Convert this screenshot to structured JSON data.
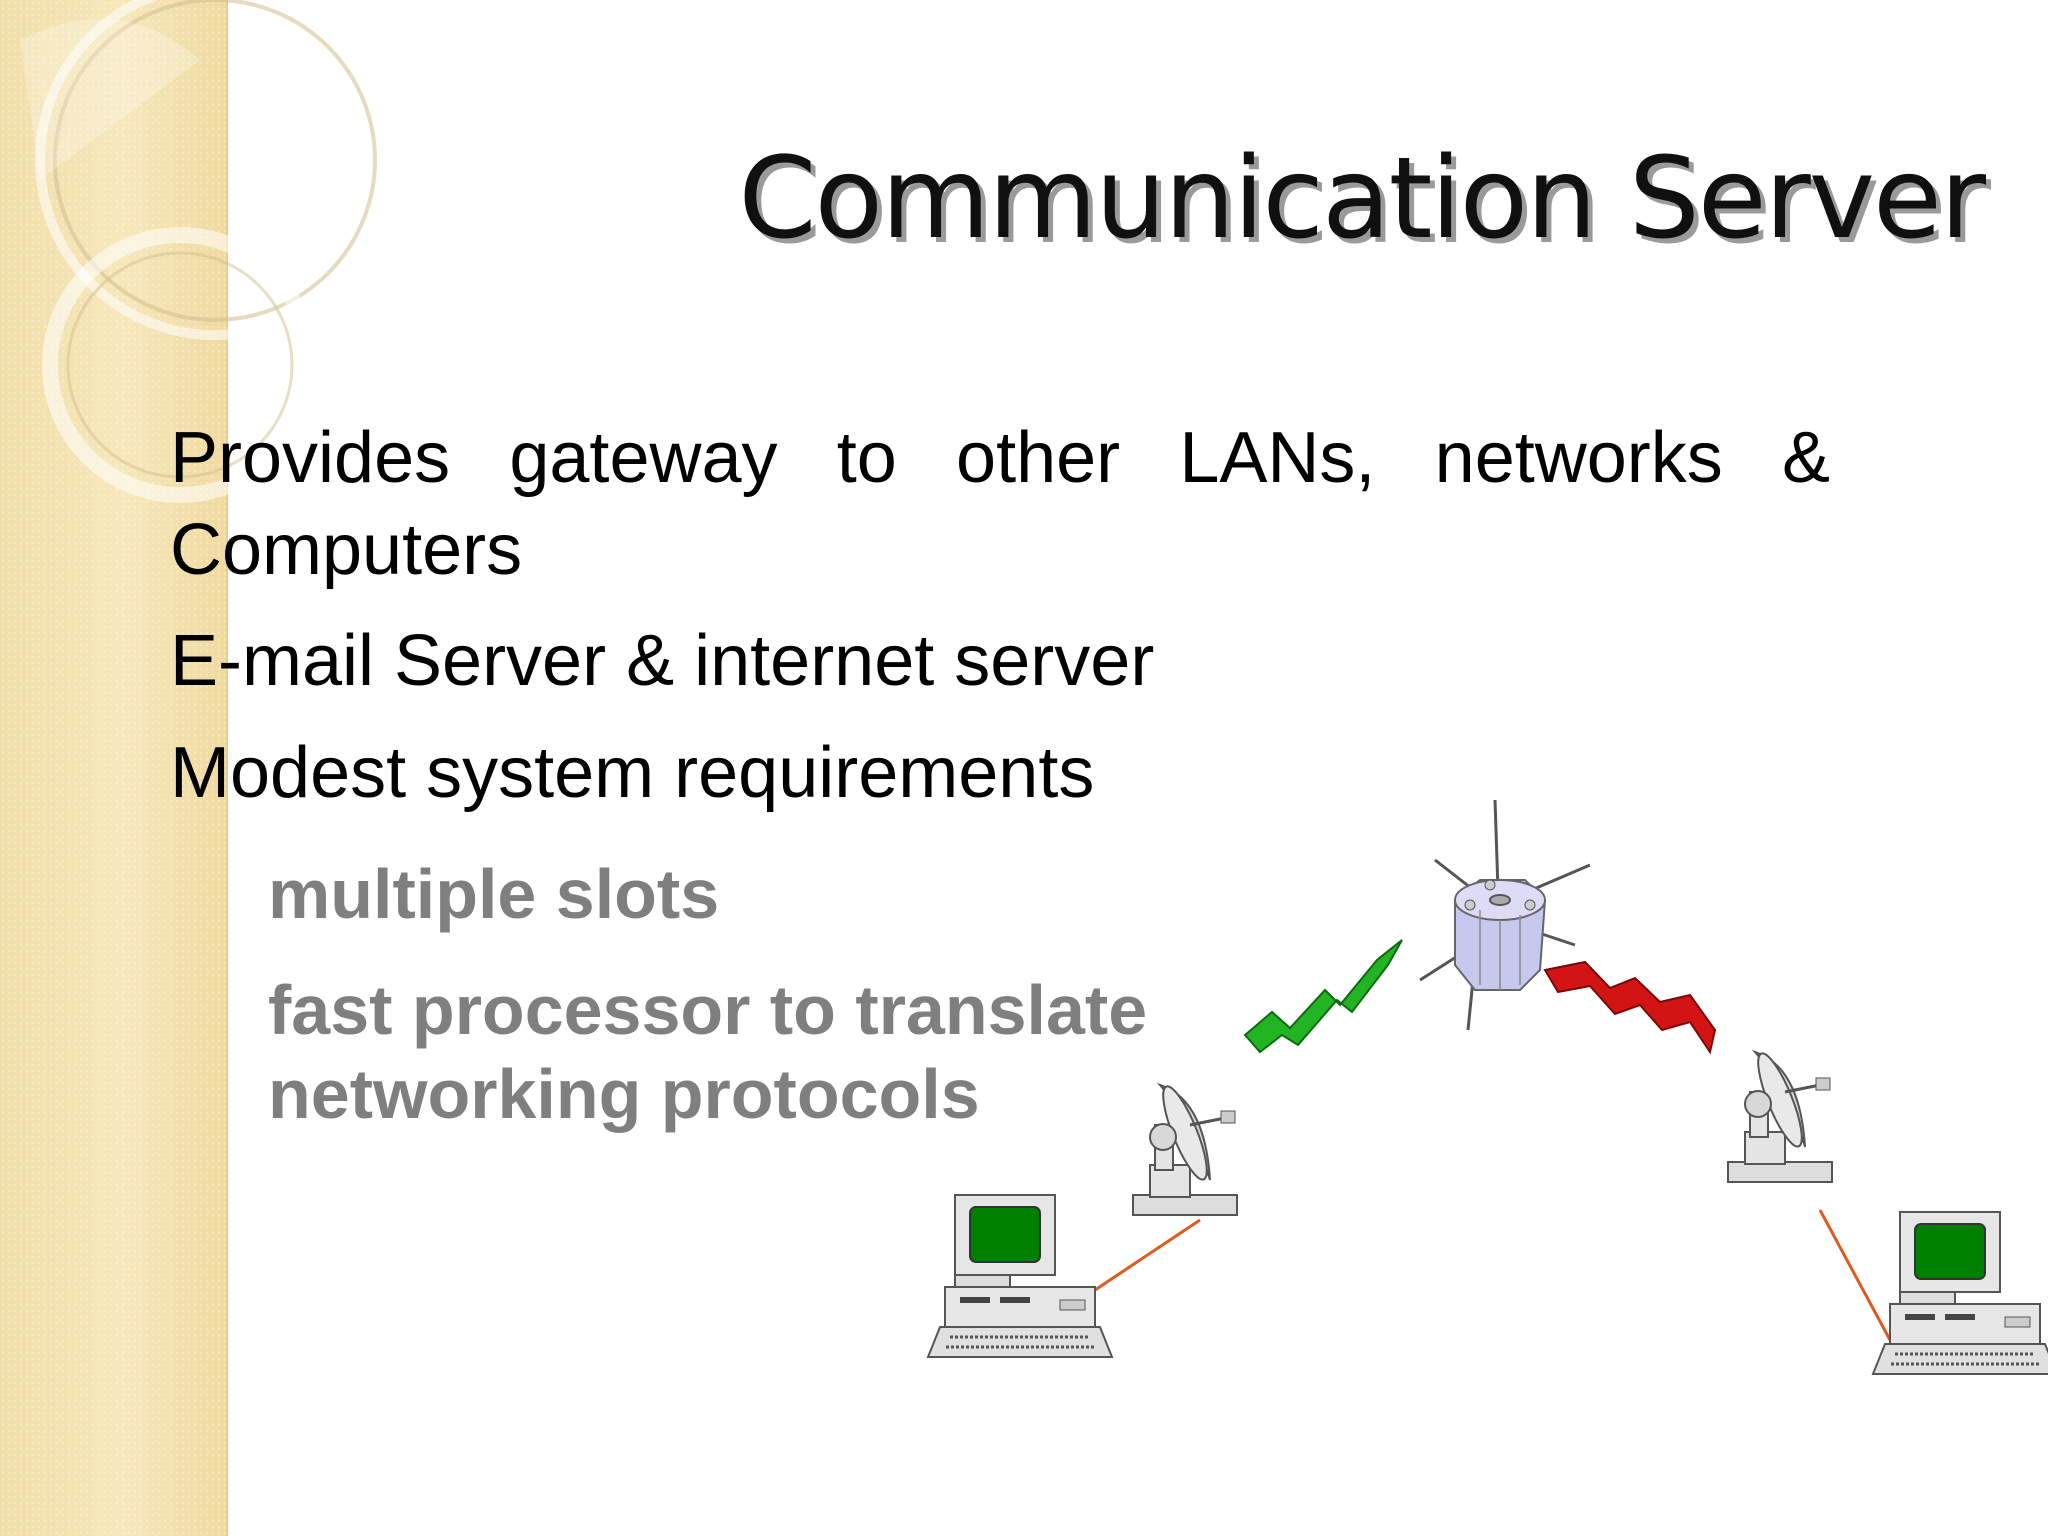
{
  "slide": {
    "title": "Communication Server",
    "bullets": [
      "Provides gateway to other LANs, networks & Computers",
      "E-mail Server & internet server",
      "Modest system requirements"
    ],
    "sub_bullets": [
      "multiple slots",
      "fast processor to translate",
      "networking protocols"
    ]
  },
  "colors": {
    "band": "#f3e2ae",
    "title_shadow": "#9a9a9a",
    "sub_text": "#7f7f7f",
    "uplink": "#22b422",
    "downlink": "#d21414",
    "screen": "#008000",
    "cable": "#e05a20"
  },
  "diagram": {
    "icons": [
      "satellite-icon",
      "satellite-dish-icon",
      "computer-icon",
      "uplink-arrow-icon",
      "downlink-arrow-icon"
    ]
  }
}
